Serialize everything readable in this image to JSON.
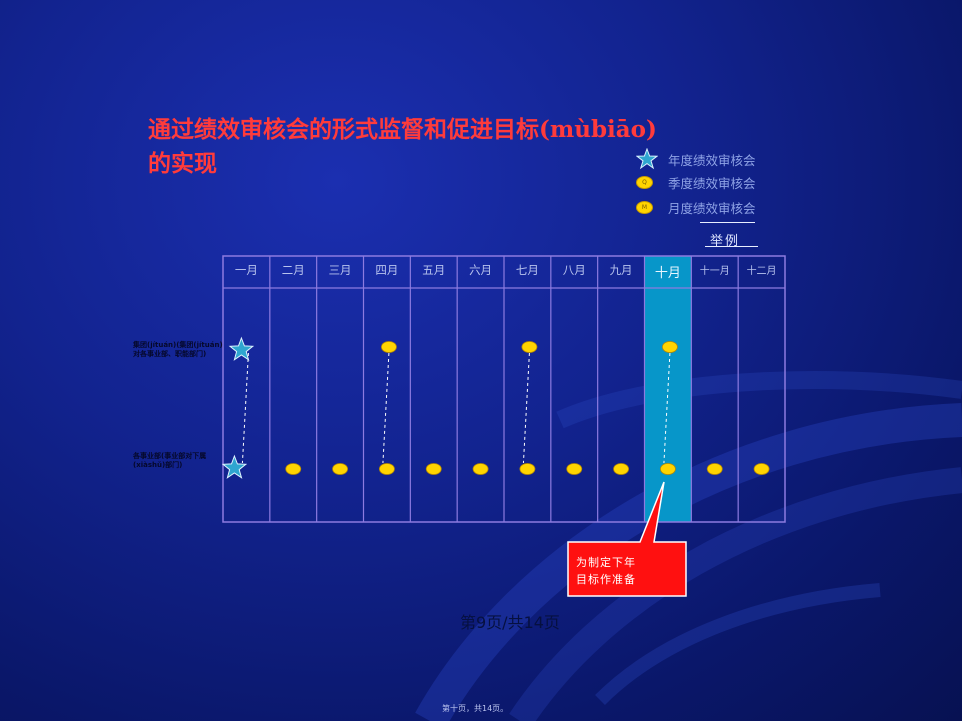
{
  "title": {
    "line1": "通过绩效审核会的形式监督和促进目标(mùbiāo)",
    "line2": "的实现"
  },
  "legend": {
    "annual": "年度绩效审核会",
    "quarterly": "季度绩效审核会",
    "monthly": "月度绩效审核会",
    "caption": "举例",
    "quarterly_icon_text": "Q",
    "monthly_icon_text": "M"
  },
  "months": [
    "一月",
    "二月",
    "三月",
    "四月",
    "五月",
    "六月",
    "七月",
    "八月",
    "九月",
    "十月",
    "十一月",
    "十二月"
  ],
  "rows": {
    "group": "集团(jítuán)(集团(jítuán)对各事业部、职能部门)",
    "division": "各事业部(事业部对下属(xiàshǔ)部门)"
  },
  "highlight_month": 9,
  "group_row_markers": [
    {
      "month": 0,
      "type": "annual"
    },
    {
      "month": 3,
      "type": "quarterly"
    },
    {
      "month": 6,
      "type": "quarterly"
    },
    {
      "month": 9,
      "type": "quarterly"
    }
  ],
  "division_row_markers": [
    {
      "month": 0,
      "type": "annual"
    },
    {
      "month": 1,
      "type": "monthly"
    },
    {
      "month": 2,
      "type": "monthly"
    },
    {
      "month": 3,
      "type": "quarterly"
    },
    {
      "month": 4,
      "type": "monthly"
    },
    {
      "month": 5,
      "type": "monthly"
    },
    {
      "month": 6,
      "type": "quarterly"
    },
    {
      "month": 7,
      "type": "monthly"
    },
    {
      "month": 8,
      "type": "monthly"
    },
    {
      "month": 9,
      "type": "quarterly"
    },
    {
      "month": 10,
      "type": "monthly"
    },
    {
      "month": 11,
      "type": "monthly"
    }
  ],
  "connectors": [
    0,
    3,
    6,
    9
  ],
  "callout": {
    "line1": "为制定下年",
    "line2": "目标作准备"
  },
  "pager": "第9页/共14页",
  "footer": "第十页，共14页。",
  "colors": {
    "title": "#ff3b3b",
    "marker": "#ffd400",
    "star": "#2fa6d0",
    "highlight": "#0796c9",
    "callout": "#ff1010",
    "grid_line": "#8d7be0"
  }
}
